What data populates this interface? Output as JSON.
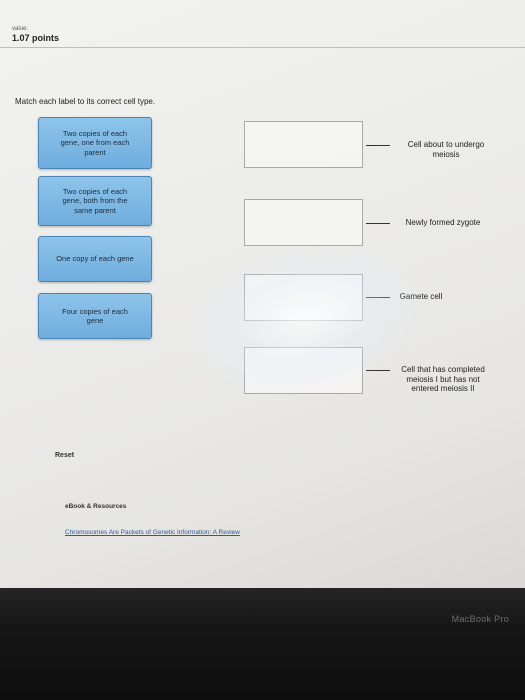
{
  "header": {
    "value_label": "value:",
    "points": "1.07 points"
  },
  "question": {
    "instruction": "Match each label to its correct cell type."
  },
  "labels": [
    {
      "lines": [
        "Two copies of each",
        "gene, one from each",
        "parent"
      ]
    },
    {
      "lines": [
        "Two copies of each",
        "gene, both from the",
        "same parent"
      ]
    },
    {
      "lines": [
        "One copy of each gene"
      ]
    },
    {
      "lines": [
        "Four copies of each",
        "gene"
      ]
    }
  ],
  "targets": [
    {
      "lines": [
        "Cell about to undergo",
        "meiosis"
      ]
    },
    {
      "lines": [
        "Newly formed zygote"
      ]
    },
    {
      "lines": [
        "Gamete cell"
      ]
    },
    {
      "lines": [
        "Cell that has completed",
        "meiosis I but has not",
        "entered meiosis II"
      ]
    }
  ],
  "actions": {
    "reset": "Reset"
  },
  "resources": {
    "heading": "eBook & Resources",
    "link": "Chromosomes Are Packets of Genetic Information: A Review"
  },
  "device": {
    "brand": "MacBook Pro"
  }
}
